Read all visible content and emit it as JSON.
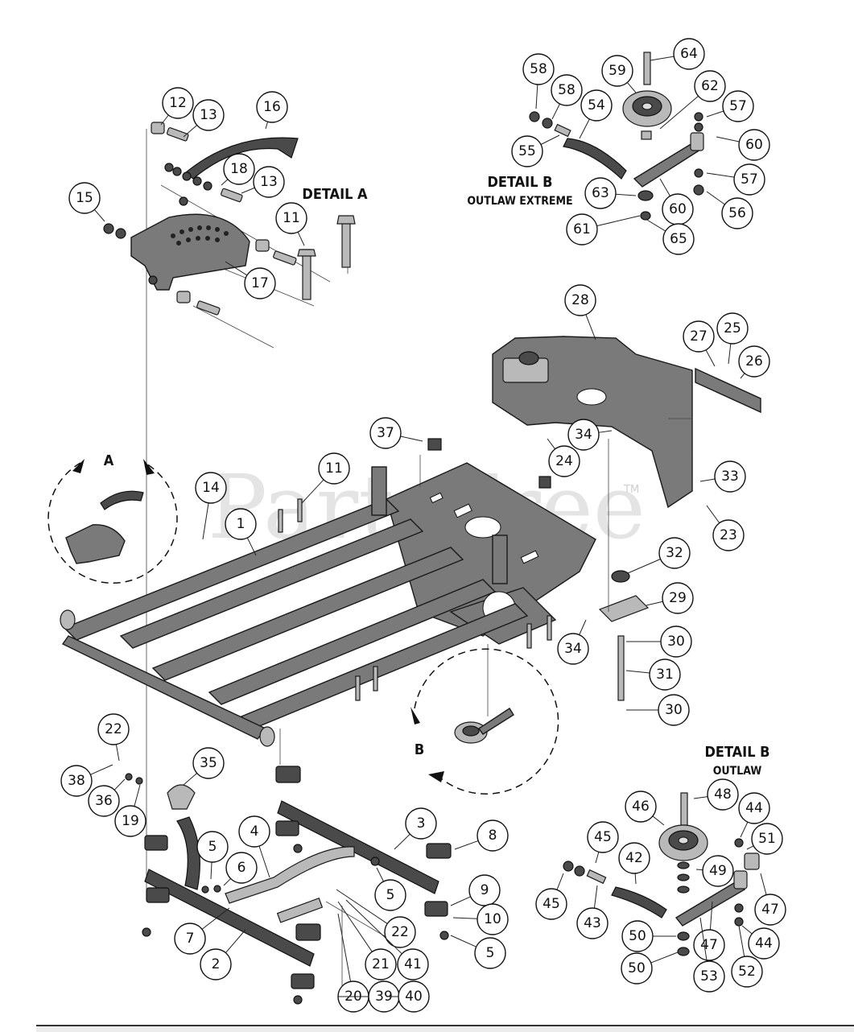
{
  "labels": {
    "detail_a": "DETAIL  A",
    "detail_b_top_line1": "DETAIL B",
    "detail_b_top_line2": "OUTLAW EXTREME",
    "detail_b_bottom_line1": "DETAIL B",
    "detail_b_bottom_line2": "OUTLAW",
    "view_a": "A",
    "view_b": "B",
    "watermark": "PartsTree",
    "trademark": "TM"
  },
  "callouts": [
    "12",
    "13",
    "16",
    "18",
    "13",
    "15",
    "11",
    "17",
    "58",
    "58",
    "59",
    "64",
    "62",
    "57",
    "54",
    "55",
    "60",
    "57",
    "63",
    "60",
    "56",
    "61",
    "65",
    "28",
    "27",
    "25",
    "26",
    "37",
    "34",
    "24",
    "33",
    "23",
    "11",
    "14",
    "1",
    "32",
    "29",
    "34",
    "30",
    "31",
    "30",
    "22",
    "35",
    "38",
    "36",
    "19",
    "3",
    "8",
    "4",
    "5",
    "6",
    "5",
    "9",
    "10",
    "22",
    "5",
    "7",
    "2",
    "21",
    "41",
    "20",
    "39",
    "40",
    "48",
    "46",
    "44",
    "45",
    "51",
    "42",
    "49",
    "45",
    "43",
    "47",
    "50",
    "47",
    "44",
    "50",
    "53",
    "52"
  ]
}
